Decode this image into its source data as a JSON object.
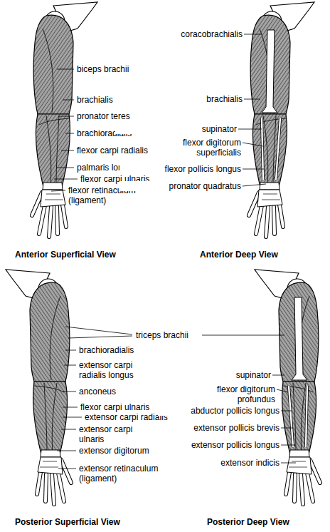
{
  "diagram": {
    "labels": [
      "biceps brachii",
      "brachialis",
      "pronator teres",
      "brachioradialis",
      "flexor carpi radialis",
      "palmaris longus",
      "flexor carpi ulnaris",
      "flexor retinaculum (ligament)",
      "coracobrachialis",
      "brachialis",
      "supinator",
      "flexor digitorum superficialis",
      "flexor pollicis longus",
      "pronator quadratus",
      "Anterior Superficial View",
      "Anterior Deep View",
      "triceps brachii",
      "brachioradialis",
      "extensor carpi radialis longus",
      "anconeus",
      "flexor carpi ulnaris",
      "extensor carpi radialis",
      "extensor carpi ulnaris",
      "extensor digitorum",
      "extensor retinaculum (ligament)",
      "Posterior Superficial View",
      "supinator",
      "flexor digitorum profundus",
      "abductor pollicis longus",
      "extensor pollicis brevis",
      "extensor pollicis longus",
      "extensor indicis",
      "Posterior Deep View"
    ]
  }
}
